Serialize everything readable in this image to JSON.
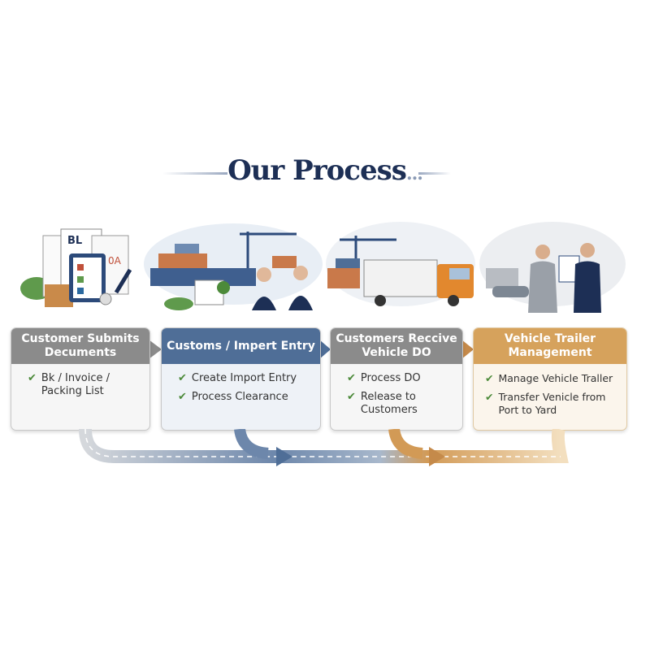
{
  "title": "Our Process",
  "title_suffix": "...",
  "illustrations": {
    "doc_label": "BL",
    "doc_label2": "0A"
  },
  "steps": [
    {
      "title": "Customer Submits Decuments",
      "color": "#8b8b8b",
      "items": [
        "Bk / Invoice / Packing List"
      ]
    },
    {
      "title": "Customs / Impert Entry",
      "color": "#4f6e97",
      "items": [
        "Create Import Entry",
        "Process Clearance"
      ]
    },
    {
      "title": "Customers Reccive Vehicle DO",
      "color": "#8b8b8b",
      "items": [
        "Process DO",
        "Release to Customers"
      ]
    },
    {
      "title": "Vehicle Trailer Management",
      "color": "#d6a25c",
      "items": [
        "Manage Vehicle Traller",
        "Transfer Venicle from Port to Yard"
      ]
    }
  ],
  "check_icon": "✔"
}
